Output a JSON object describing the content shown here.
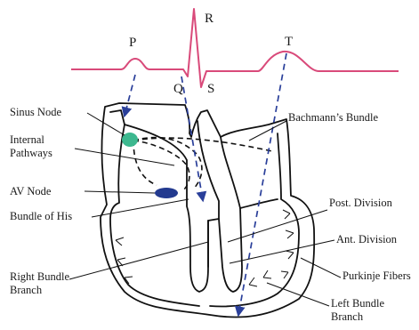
{
  "ecg": {
    "color": "#d94a7a",
    "wave_labels": {
      "p": "P",
      "q": "Q",
      "r": "R",
      "s": "S",
      "t": "T"
    }
  },
  "conduction_color": "#2a3f9a",
  "nodes": {
    "sinus_node_color": "#3db88f",
    "av_node_color": "#233a8f"
  },
  "labels": {
    "sinus_node": "Sinus Node",
    "internal_pathways_1": "Internal",
    "internal_pathways_2": "Pathways",
    "av_node": "AV Node",
    "bundle_of_his": "Bundle of His",
    "right_bundle_branch_1": "Right Bundle",
    "right_bundle_branch_2": "Branch",
    "bachmanns_bundle": "Bachmann’s Bundle",
    "post_division": "Post. Division",
    "ant_division": "Ant. Division",
    "purkinje_fibers": "Purkinje Fibers",
    "left_bundle_branch_1": "Left Bundle",
    "left_bundle_branch_2": "Branch"
  }
}
